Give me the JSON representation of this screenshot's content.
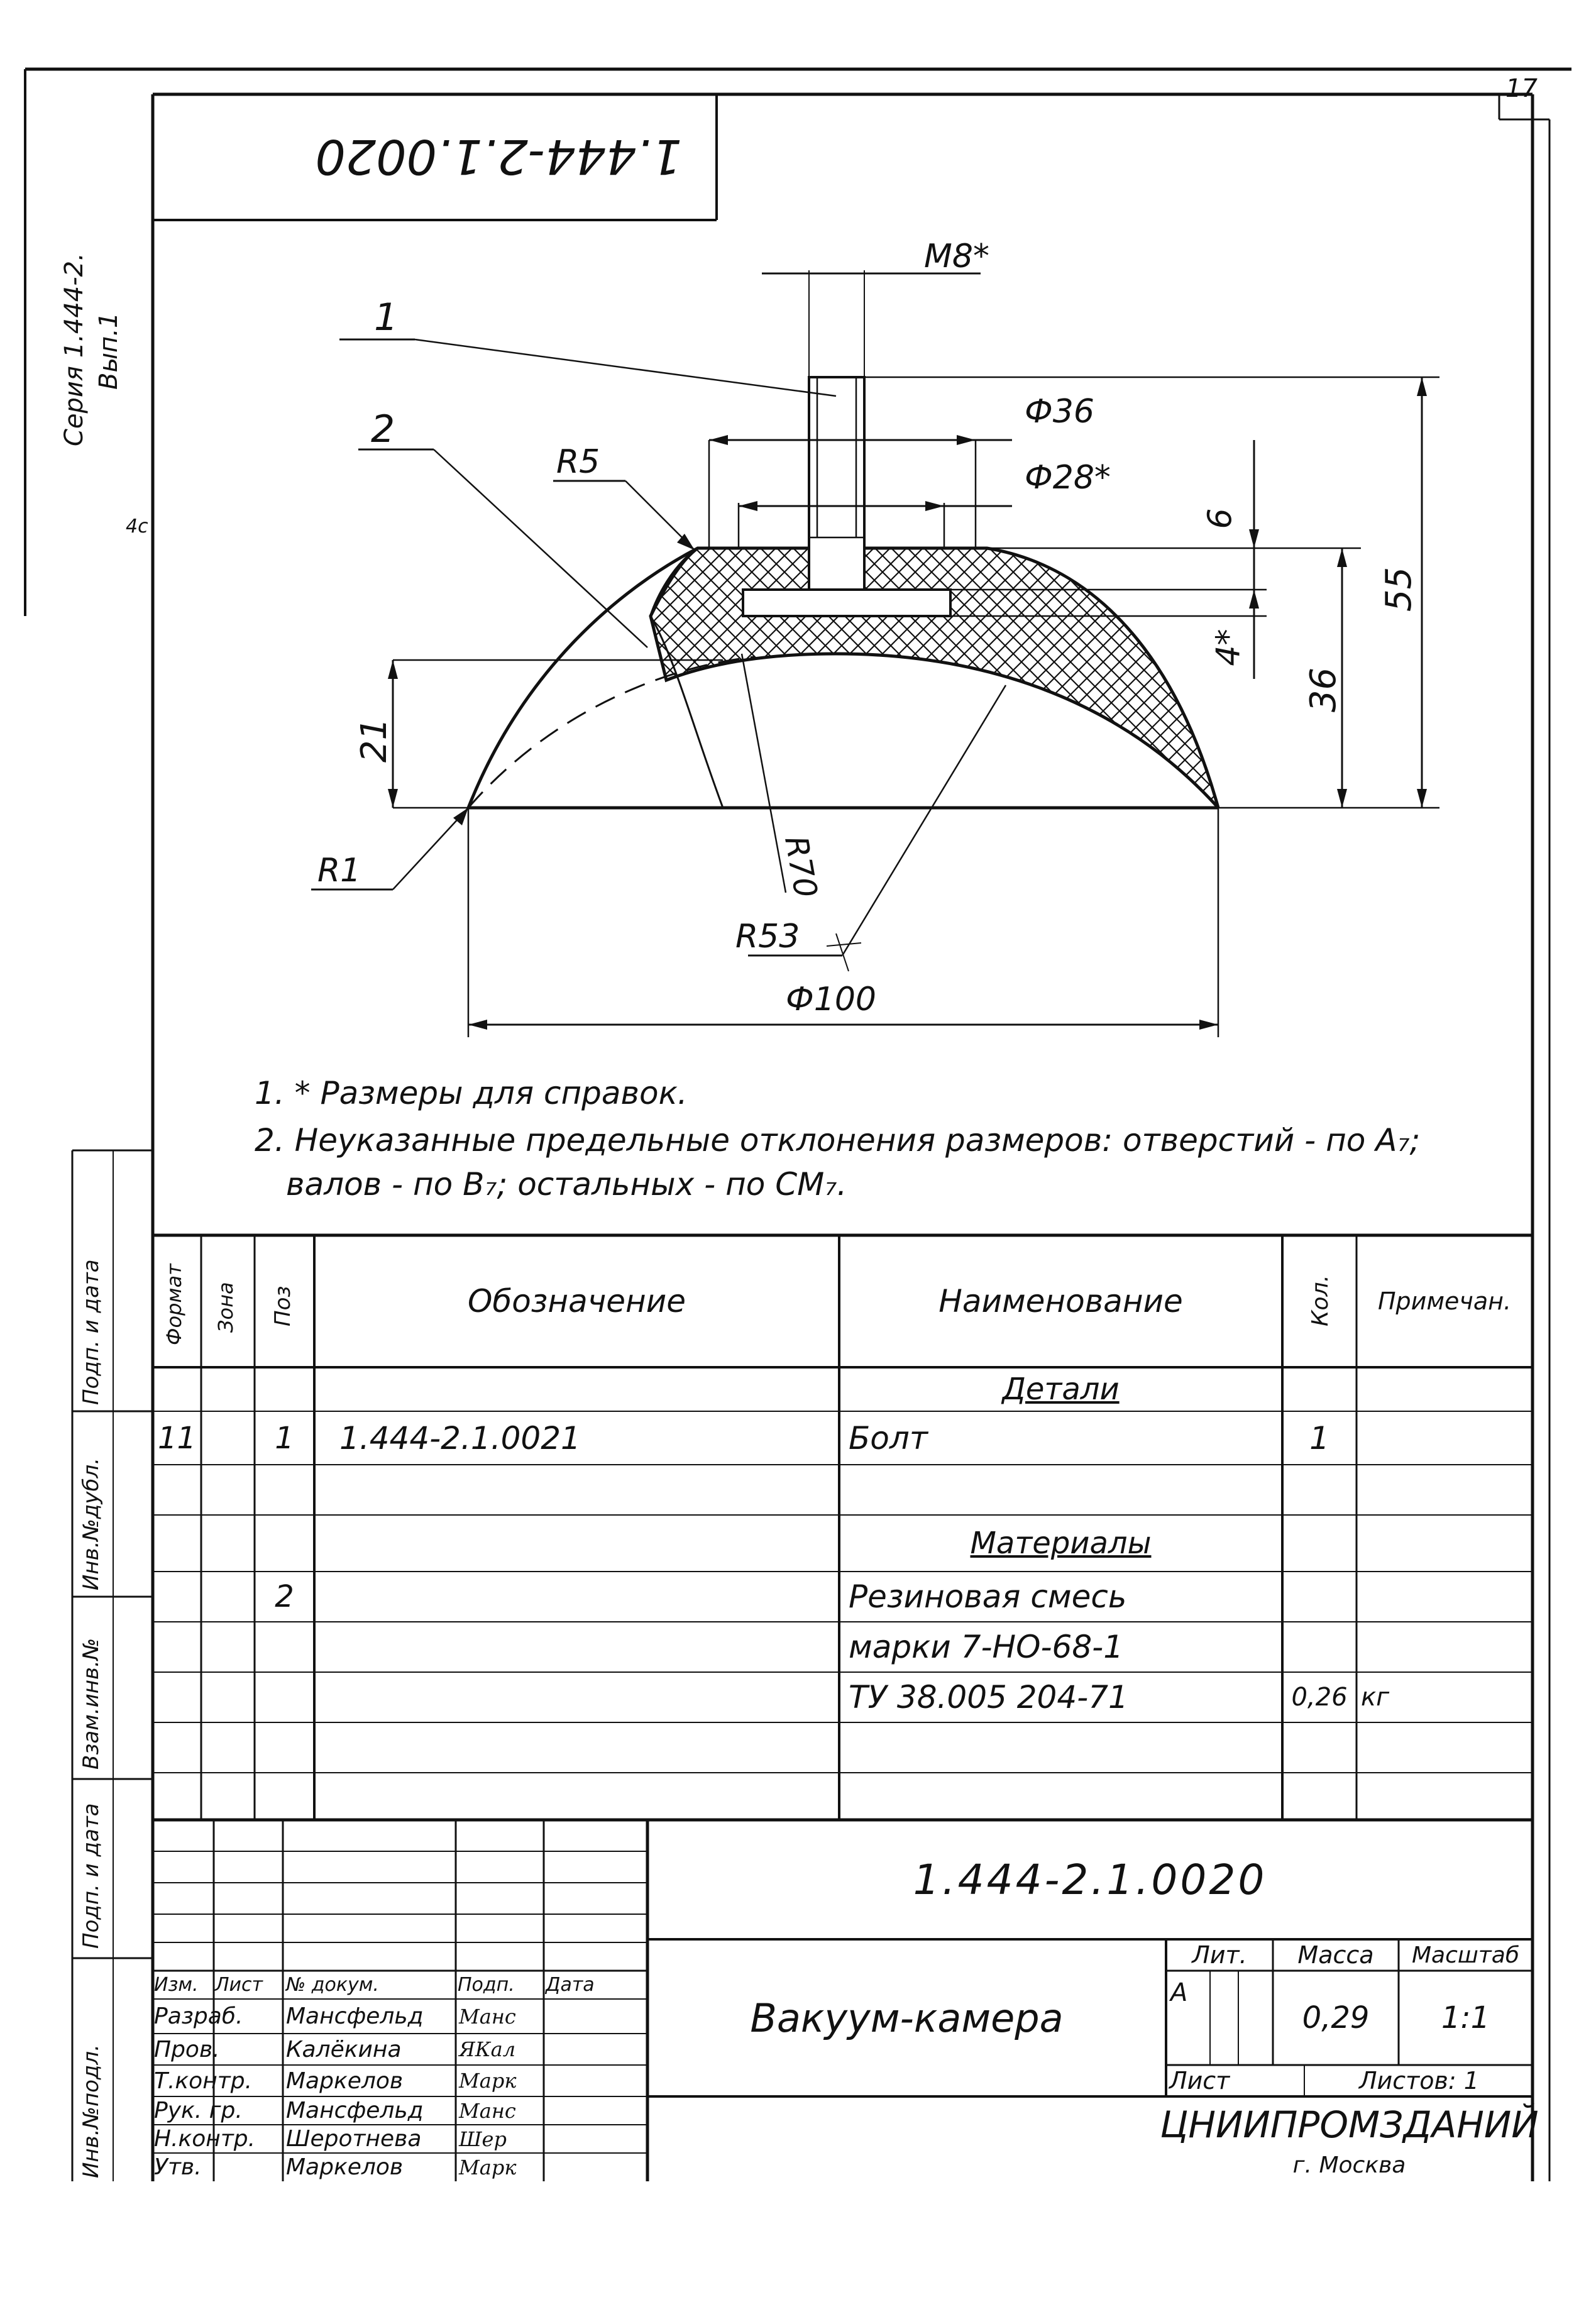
{
  "sheet": {
    "page_number": "17",
    "margin_series_line1": "Серия 1.444-2.",
    "margin_series_line2": "Вып.1",
    "margin_mark": "4с",
    "stamp_number_mirrored": "1.444-2.1.0020",
    "side_stamp_labels": [
      "Инв.№подл.",
      "Подп. и дата",
      "Взам.инв.№",
      "Инв.№дубл.",
      "Подп. и дата"
    ]
  },
  "drawing": {
    "leader_1": "1",
    "leader_2": "2",
    "dims": {
      "thread": "М8*",
      "d36": "Ф36",
      "d28": "Ф28*",
      "r5": "R5",
      "h6": "6",
      "h55": "55",
      "h36": "36",
      "h4": "4*",
      "h21": "21",
      "r1": "R1",
      "r70": "R70",
      "r53": "R53",
      "d100": "Ф100"
    }
  },
  "notes": {
    "n1": "1. * Размеры для справок.",
    "n2a": "2. Неуказанные предельные отклонения размеров: отверстий - по А₇;",
    "n2b": "валов - по В₇; остальных - по СМ₇."
  },
  "spec": {
    "headers": {
      "format": "Формат",
      "zone": "Зона",
      "pos": "Поз",
      "designation": "Обозначение",
      "name": "Наименование",
      "qty": "Кол.",
      "note": "Примечан."
    },
    "section_details": "Детали",
    "section_materials": "Материалы",
    "rows": [
      {
        "format": "11",
        "pos": "1",
        "designation": "1.444-2.1.0021",
        "name": "Болт",
        "qty": "1",
        "note": ""
      },
      {
        "format": "",
        "pos": "2",
        "designation": "",
        "name": "Резиновая смесь",
        "qty": "",
        "note": ""
      },
      {
        "format": "",
        "pos": "",
        "designation": "",
        "name": "марки 7-НО-68-1",
        "qty": "",
        "note": ""
      },
      {
        "format": "",
        "pos": "",
        "designation": "",
        "name": "ТУ 38.005 204-71",
        "qty": "0,26",
        "note": "кг"
      }
    ]
  },
  "title_block": {
    "doc_number": "1.444-2.1.0020",
    "title": "Вакуум-камера",
    "col_headers": {
      "change": "Изм.",
      "sheet": "Лист",
      "doc_no": "№ докум.",
      "sign": "Подп.",
      "date": "Дата"
    },
    "roles": [
      {
        "role": "Разраб.",
        "name": "Мансфельд",
        "sign": "Манс"
      },
      {
        "role": "Пров.",
        "name": "Калёкина",
        "sign": "ЯКал"
      },
      {
        "role": "Т.контр.",
        "name": "Маркелов",
        "sign": "Марк"
      },
      {
        "role": "Рук. гр.",
        "name": "Мансфельд",
        "sign": "Манс"
      },
      {
        "role": "Н.контр.",
        "name": "Шеротнева",
        "sign": "Шер"
      },
      {
        "role": "Утв.",
        "name": "Маркелов",
        "sign": "Марк"
      }
    ],
    "lit_label": "Лит.",
    "mass_label": "Масса",
    "scale_label": "Масштаб",
    "lit_value": "А",
    "mass_value": "0,29",
    "scale_value": "1:1",
    "sheet_label": "Лист",
    "sheets_label": "Листов: 1",
    "org": "ЦНИИПРОМЗДАНИЙ",
    "city": "г. Москва"
  }
}
